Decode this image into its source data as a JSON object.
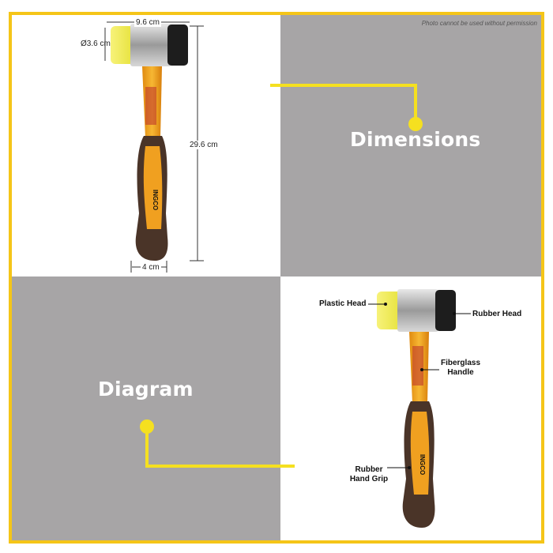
{
  "notice": "Photo cannot be used without permission",
  "panels": {
    "dimensions_title": "Dimensions",
    "diagram_title": "Diagram"
  },
  "dimensions": {
    "head_length": "9.6 cm",
    "head_diameter": "Ø3.6 cm",
    "total_length": "29.6 cm",
    "handle_width": "4 cm"
  },
  "parts": {
    "plastic_head": "Plastic Head",
    "rubber_head": "Rubber Head",
    "fiberglass_handle_line1": "Fiberglass",
    "fiberglass_handle_line2": "Handle",
    "rubber_grip_line1": "Rubber",
    "rubber_grip_line2": "Hand Grip"
  },
  "brand": {
    "logo_text": "INGCO"
  },
  "colors": {
    "border": "#f5c518",
    "accent": "#f5e020",
    "panel_gray": "#a7a5a6",
    "handle_orange": "#f3a01b"
  }
}
